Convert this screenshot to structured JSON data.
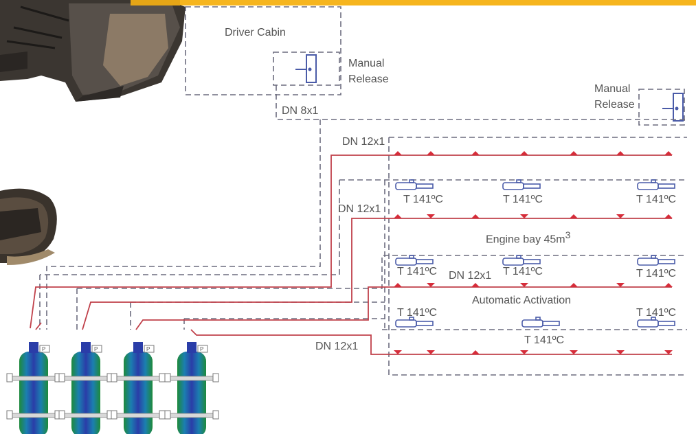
{
  "colors": {
    "accent_bar": "#f6b51e",
    "pipe_red": "#c0404a",
    "dashed_line": "#6c6c7e",
    "nozzle_red": "#d62d3a",
    "detector_blue": "#4a5ba8",
    "text": "#555555"
  },
  "labels": {
    "driver_cabin": "Driver Cabin",
    "manual_release_1_line1": "Manual",
    "manual_release_1_line2": "Release",
    "manual_release_2_line1": "Manual",
    "manual_release_2_line2": "Release",
    "dn_8x1": "DN 8x1",
    "dn_12x1_top": "DN 12x1",
    "dn_12x1_mid": "DN 12x1",
    "dn_12x1_center": "DN 12x1",
    "dn_12x1_bottom": "DN 12x1",
    "engine_bay": "Engine bay 45m",
    "engine_bay_sup": "3",
    "automatic_activation": "Automatic Activation",
    "t1": "T 141ºC",
    "t2": "T 141ºC",
    "t3": "T 141ºC",
    "t4": "T 141ºC",
    "t5": "T 141ºC",
    "t6": "T 141ºC",
    "t7": "T 141ºC",
    "t8": "T 141ºC",
    "t9": "T 141ºC",
    "cyl_tag_1": "P",
    "cyl_tag_2": "P",
    "cyl_tag_3": "P",
    "cyl_tag_4": "P"
  }
}
